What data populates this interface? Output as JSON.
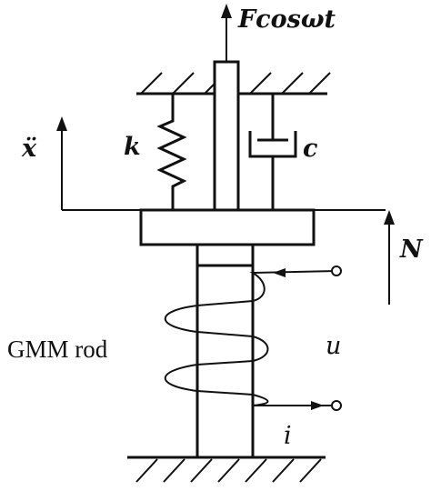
{
  "labels": {
    "force": "Fcosωt",
    "spring": "k",
    "damper": "c",
    "acceleration": "ẍ",
    "normal_force": "N",
    "rod": "GMM rod",
    "voltage": "u",
    "current": "i"
  }
}
